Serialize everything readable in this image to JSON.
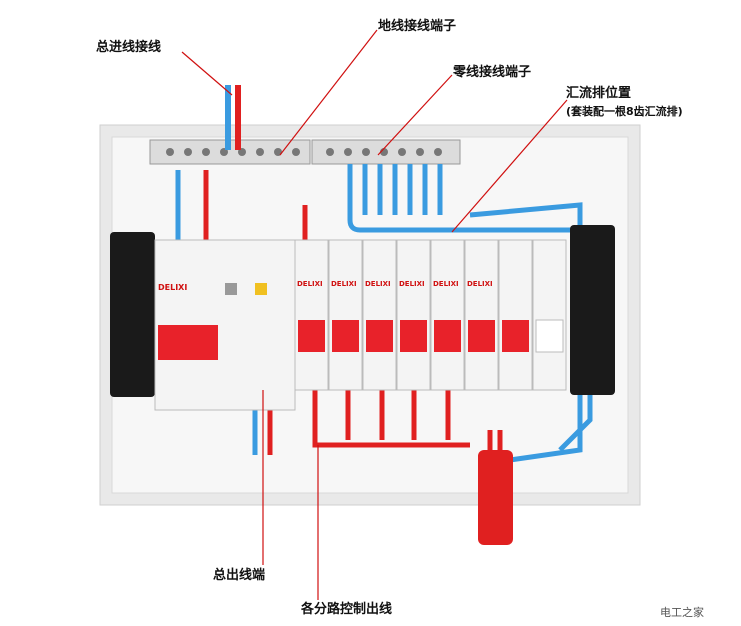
{
  "labels": {
    "main_in": "总进线接线",
    "earth_terminal": "地线接线端子",
    "neutral_terminal": "零线接线端子",
    "busbar_title": "汇流排位置",
    "busbar_sub": "(套装配一根8齿汇流排)",
    "main_out": "总出线端",
    "branch_out": "各分路控制出线"
  },
  "breakers": {
    "brand": "DELIXI",
    "count": 8
  },
  "watermark": "电工之家",
  "colors": {
    "live_wire": "#e02020",
    "neutral_wire": "#3a9be0",
    "breaker_body": "#f4f4f4",
    "breaker_handle": "#e8222a",
    "rail_mount": "#1a1a1a",
    "box": "#eeeeee"
  }
}
